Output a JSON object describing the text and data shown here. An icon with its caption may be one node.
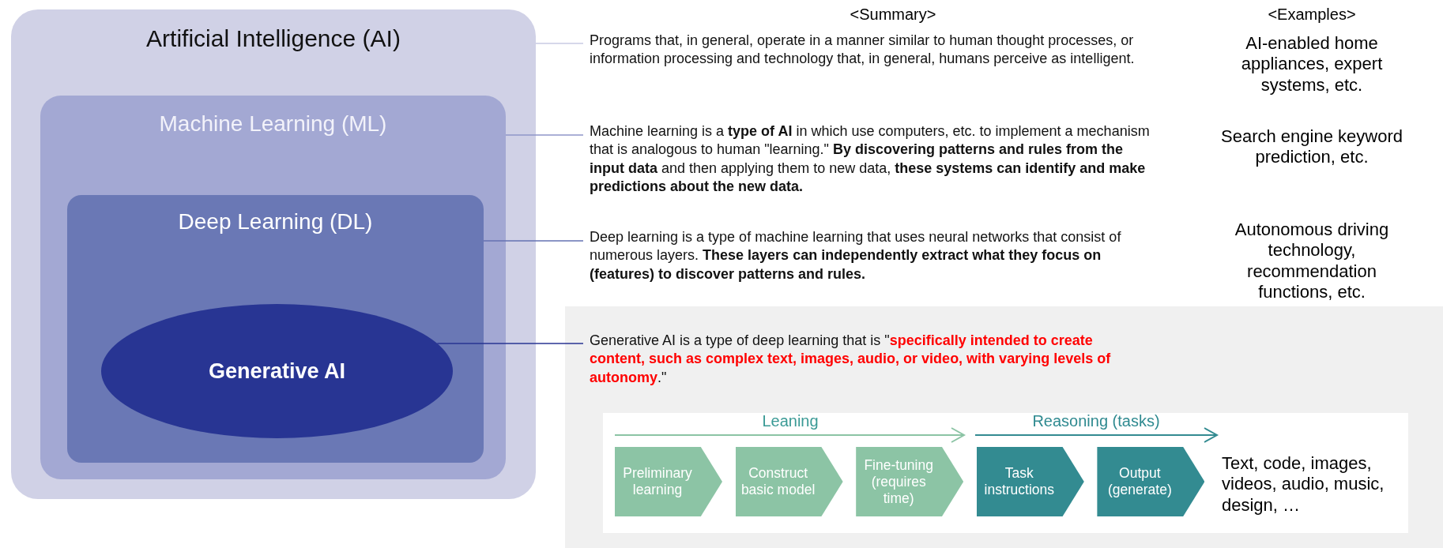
{
  "diagram": {
    "nodes": [
      {
        "text": [
          "Artificial Intelligence (AI)"
        ]
      },
      {
        "text": [
          "Machine Learning (ML)"
        ],
        "in": 0
      },
      {
        "text": [
          "Deep Learning (DL)"
        ],
        "in": 1
      },
      {
        "text": [
          "Generative AI"
        ],
        "in": 2
      },
      {
        "text": [
          "Programs that, in general, operate in a manner similar to human thought processes, or information processing and technology that, in general, humans perceive as intelligent."
        ]
      },
      {
        "text": [
          "Machine learning is a **type of AI** in which use computers, etc. to implement a mechanism that is analogous to human \"learning.\" **By discovering patterns and rules from the input data** and then applying them to new data, **these systems can identify and make predictions about the new data.**"
        ]
      },
      {
        "text": [
          "Deep learning is a type of machine learning that uses neural networks that consist of numerous layers. **These layers can independently extract what they focus on (features) to discover patterns and rules.**"
        ]
      },
      {
        "text": [
          "Generative AI is a type of deep learning that is \"**specifically intended to create content, such as complex text, images, audio, or video, with varying levels of autonomy**.\""
        ]
      },
      {
        "text": [
          "Preliminary learning"
        ]
      },
      {
        "text": [
          "Construct basic model"
        ]
      },
      {
        "text": [
          "Fine-tuning (requires time)"
        ]
      },
      {
        "text": [
          "Task instructions"
        ]
      },
      {
        "text": [
          "Output (generate)"
        ]
      },
      {
        "text": [
          "Text, code, images, videos, audio, music, design, …"
        ]
      }
    ],
    "edges": [
      {
        "from": 0,
        "to": 4,
        "arrow": "none",
        "color": "#c9cbe3"
      },
      {
        "from": 1,
        "to": 5,
        "arrow": "none",
        "color": "#8f96c9"
      },
      {
        "from": 2,
        "to": 6,
        "arrow": "none",
        "color": "#6572b2"
      },
      {
        "from": 3,
        "to": 7,
        "arrow": "none",
        "color": "#283593"
      }
    ],
    "labels": [
      "<Summary>",
      "<Examples>",
      "AI-enabled home appliances, expert systems, etc.",
      "Search engine keyword prediction, etc.",
      "Autonomous driving technology, recommendation functions, etc.",
      "Leaning",
      "Reasoning (tasks)"
    ]
  }
}
